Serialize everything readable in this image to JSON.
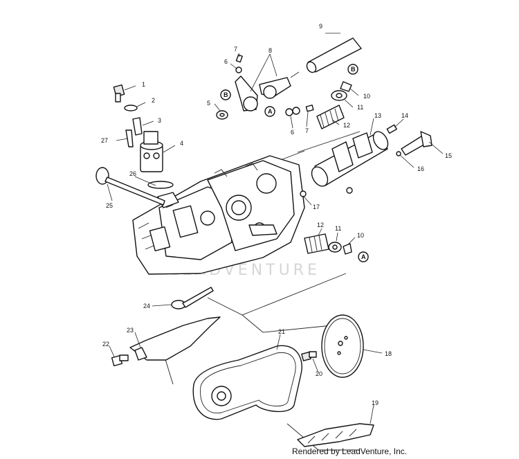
{
  "diagram": {
    "callouts": [
      "1",
      "2",
      "3",
      "4",
      "5",
      "6",
      "6",
      "7",
      "7",
      "8",
      "9",
      "10",
      "10",
      "11",
      "11",
      "12",
      "12",
      "13",
      "14",
      "15",
      "16",
      "17",
      "18",
      "19",
      "20",
      "21",
      "22",
      "23",
      "24",
      "25",
      "26",
      "27"
    ],
    "reference_markers": [
      "A",
      "A",
      "B",
      "B"
    ],
    "watermark": "LEADVENTURE",
    "credit": "Rendered by LeadVenture, Inc."
  },
  "colors": {
    "line": "#111111",
    "watermark": "#c9c9c9",
    "background": "#ffffff"
  }
}
